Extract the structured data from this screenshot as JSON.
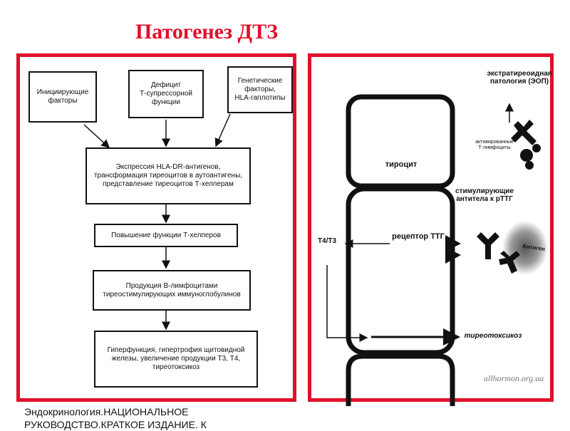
{
  "title": "Патогенез ДТЗ",
  "left": {
    "box1": "Инициирующие\nфакторы",
    "box2": "Дефицит\nТ-супрессорной\nфункции",
    "box3": "Генетические\nфакторы,\nHLA-гаплотипы",
    "box4": "Экспрессия HLA-DR-антигенов,\nтрансформация тиреоцитов в аутоантигены,\nпредставление тиреоцитов Т-хелперам",
    "box5": "Повышение функции Т-хелперов",
    "box6": "Продукция В-лимфоцитами\nтиреостимулирующих иммуноглобулинов",
    "box7": "Гиперфункция, гипертрофия щитовидной\nжелезы, увеличение продукции Т3, Т4,\nтиреотоксикоз"
  },
  "right": {
    "extrathyroid": "экстратиреоидная\nпатология (ЭОП)",
    "activated_lymph": "активированные\nТ-лимфоциты",
    "thyrocyte": "тироцит",
    "stim_ab": "стимулирующие\nантитела к рТТГ",
    "receptor": "рецептор ТТГ",
    "t4t3": "Т4/Т3",
    "toxicosis": "тиреотоксикоз",
    "watermark": "allhormon.org.ua",
    "antigen": "Антиген"
  },
  "footer": "Эндокринология.НАЦИОНАЛЬНОЕ\nРУКОВОДСТВО.КРАТКОЕ ИЗДАНИЕ. К"
}
